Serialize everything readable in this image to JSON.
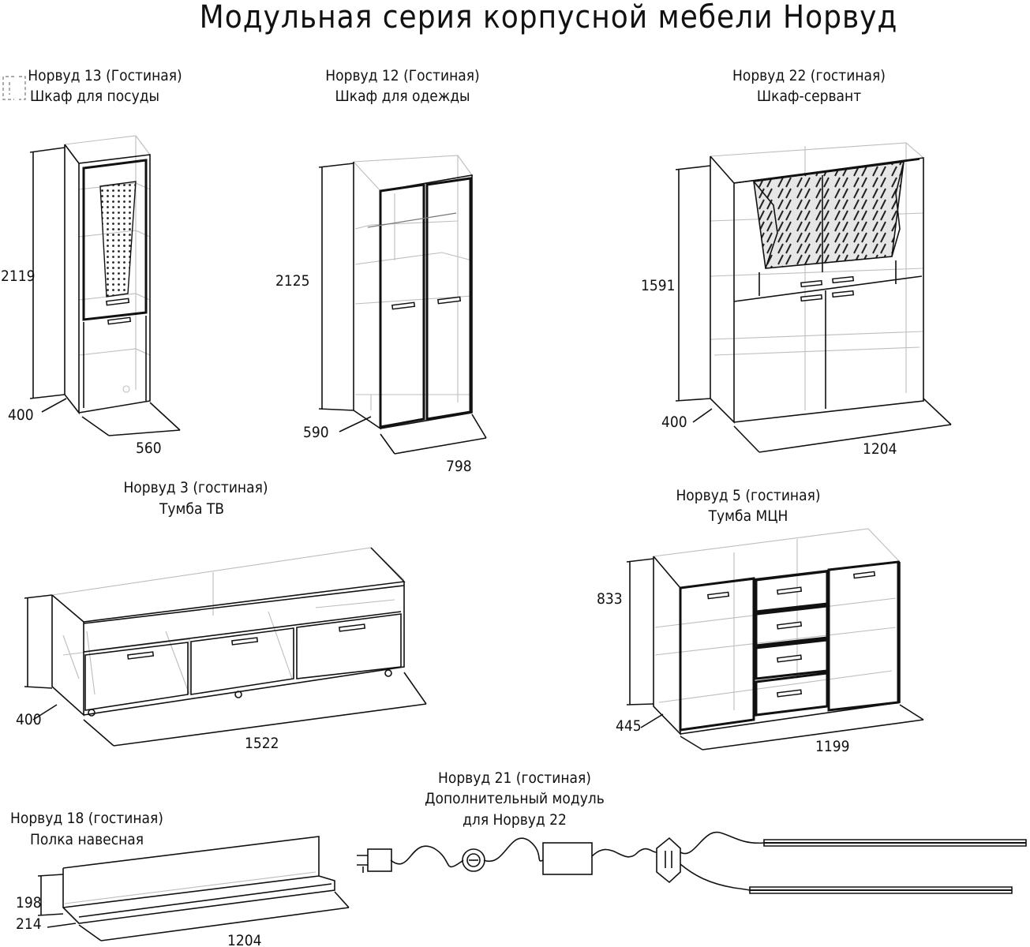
{
  "title": "Модульная серия корпусной мебели Норвуд",
  "items": [
    {
      "id": "n13",
      "caption1": "Норвуд 13 (Гостиная)",
      "caption2": "Шкаф для посуды",
      "height": "2119",
      "depth": "400",
      "width": "560"
    },
    {
      "id": "n12",
      "caption1": "Норвуд 12 (Гостиная)",
      "caption2": "Шкаф для одежды",
      "height": "2125",
      "depth": "590",
      "width": "798"
    },
    {
      "id": "n22",
      "caption1": "Норвуд 22 (гостиная)",
      "caption2": "Шкаф-сервант",
      "height": "1591",
      "depth": "400",
      "width": "1204"
    },
    {
      "id": "n3",
      "caption1": "Норвуд 3 (гостиная)",
      "caption2": "Тумба ТВ",
      "depth": "400",
      "width": "1522"
    },
    {
      "id": "n5",
      "caption1": "Норвуд 5 (гостиная)",
      "caption2": "Тумба МЦН",
      "height": "833",
      "depth": "445",
      "width": "1199"
    },
    {
      "id": "n18",
      "caption1": "Норвуд 18 (гостиная)",
      "caption2": "Полка навесная",
      "height": "198",
      "depth": "214",
      "width": "1204"
    },
    {
      "id": "n21",
      "caption1": "Норвуд 21 (гостиная)",
      "caption2": "Дополнительный модуль",
      "caption3": "для Норвуд 22"
    }
  ],
  "icons": {
    "corner": "frame-corner-icon",
    "plug": "power-plug-icon",
    "switch": "round-switch-icon",
    "adapter": "power-adapter-icon",
    "connector": "cable-connector-icon",
    "led": "led-strip-icon"
  }
}
